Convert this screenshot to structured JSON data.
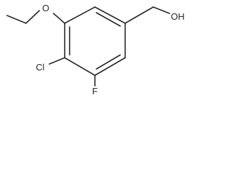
{
  "molecule": {
    "atoms": {
      "oxygen_ether": "O",
      "chlorine": "Cl",
      "fluorine": "F",
      "hydroxyl": "OH"
    }
  }
}
